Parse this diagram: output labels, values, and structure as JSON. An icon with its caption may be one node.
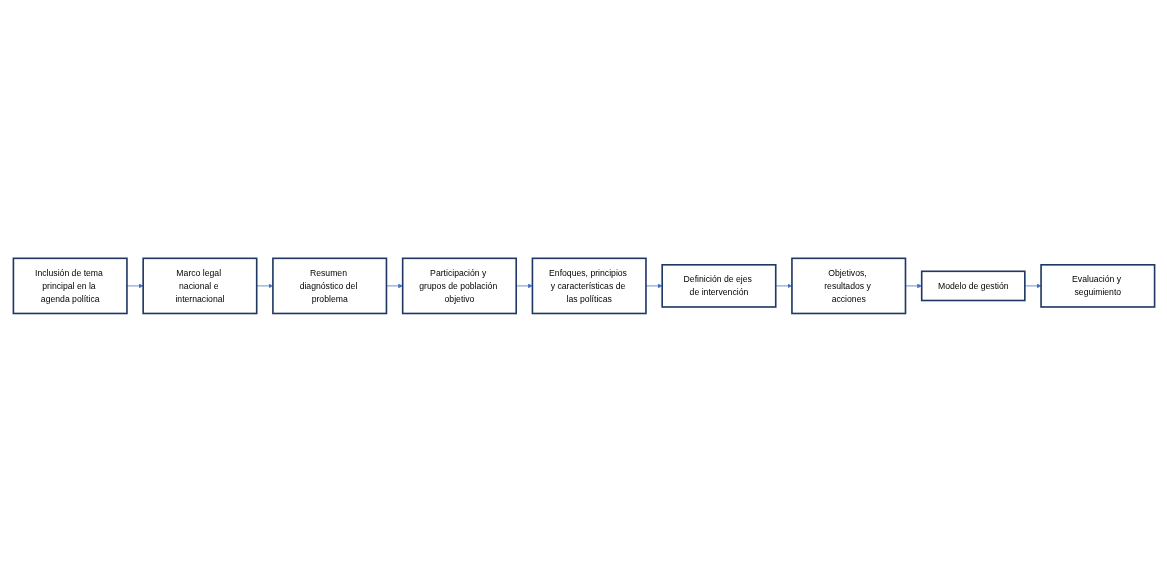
{
  "diagram": {
    "nodes": [
      {
        "text": [
          "Inclusión de tema principal en la agenda política"
        ]
      },
      {
        "text": [
          "Marco legal nacional e internacional"
        ]
      },
      {
        "text": [
          "Resumen diagnóstico del problema"
        ]
      },
      {
        "text": [
          "Participación y grupos de población objetivo"
        ]
      },
      {
        "text": [
          "Enfoques, principios y características de las políticas"
        ]
      },
      {
        "text": [
          "Definición de ejes de intervención"
        ]
      },
      {
        "text": [
          "Objetivos, resultados y acciones"
        ]
      },
      {
        "text": [
          "Modelo de gestión"
        ]
      },
      {
        "text": [
          "Evaluación y seguimiento"
        ]
      }
    ],
    "edges": [
      {
        "from": 0,
        "to": 1,
        "arrow": "to"
      },
      {
        "from": 1,
        "to": 2,
        "arrow": "to"
      },
      {
        "from": 2,
        "to": 3,
        "arrow": "to"
      },
      {
        "from": 3,
        "to": 4,
        "arrow": "to"
      },
      {
        "from": 4,
        "to": 5,
        "arrow": "to"
      },
      {
        "from": 5,
        "to": 6,
        "arrow": "to"
      },
      {
        "from": 6,
        "to": 7,
        "arrow": "to"
      },
      {
        "from": 7,
        "to": 8,
        "arrow": "to"
      }
    ]
  }
}
